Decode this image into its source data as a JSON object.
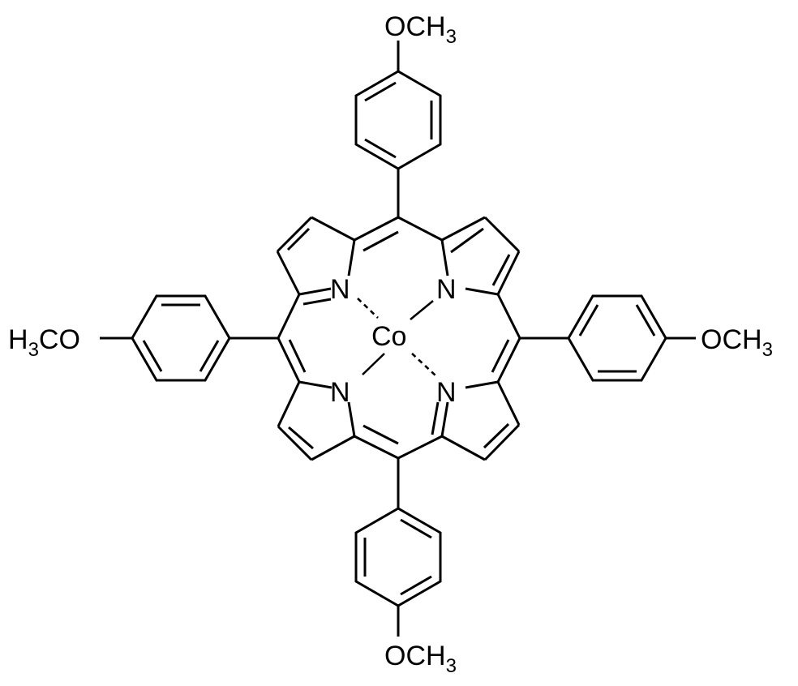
{
  "diagram": {
    "type": "chemical-structure",
    "background": "#ffffff",
    "line_color": "#000000",
    "metal_center": "Co",
    "labels": {
      "top_substituent": {
        "main": "OCH",
        "sub": "3"
      },
      "bottom_substituent": {
        "main": "OCH",
        "sub": "3"
      },
      "right_substituent": {
        "main": "OCH",
        "sub": "3"
      },
      "left_substituent": {
        "prefix": "H",
        "sub": "3",
        "main": "CO"
      },
      "nitrogen_top_left": "N",
      "nitrogen_top_right": "N",
      "nitrogen_bottom_left": "N",
      "nitrogen_bottom_right": "N",
      "metal": "Co"
    },
    "coordination_bonds": [
      {
        "from": "Co",
        "to": "N top-left",
        "style": "dashed"
      },
      {
        "from": "Co",
        "to": "N top-right",
        "style": "solid"
      },
      {
        "from": "Co",
        "to": "N bottom-left",
        "style": "solid"
      },
      {
        "from": "Co",
        "to": "N bottom-right",
        "style": "dashed"
      }
    ],
    "substituent_groups": [
      "4-methoxyphenyl (top)",
      "4-methoxyphenyl (right)",
      "4-methoxyphenyl (bottom)",
      "4-methoxyphenyl (left)"
    ]
  }
}
